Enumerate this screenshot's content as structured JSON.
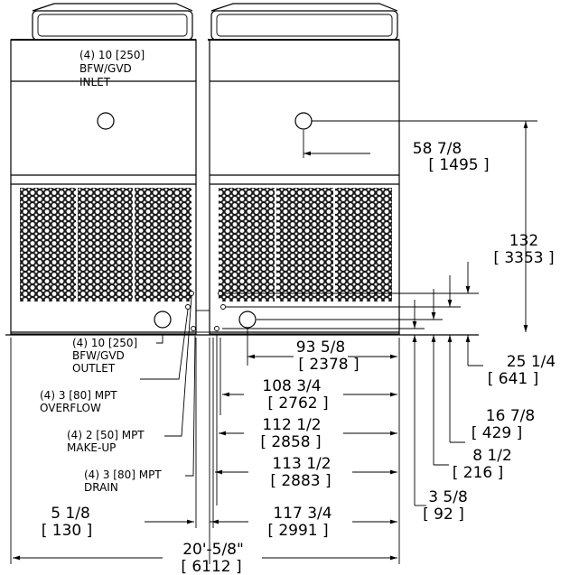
{
  "callouts": {
    "inlet": [
      "(4) 10 [250]",
      "BFW/GVD",
      "INLET"
    ],
    "outlet": [
      "(4) 10 [250]",
      "BFW/GVD",
      "OUTLET"
    ],
    "overflow": [
      "(4) 3 [80] MPT",
      "OVERFLOW"
    ],
    "makeup": [
      "(4) 2 [50] MPT",
      "MAKE-UP"
    ],
    "drain": [
      "(4) 3 [80] MPT",
      "DRAIN"
    ]
  },
  "dimensions": {
    "inlet_offset": {
      "imperial": "58 7/8",
      "metric": "[ 1495 ]"
    },
    "overall_height": {
      "imperial": "132",
      "metric": "[ 3353 ]"
    },
    "outlet_offset": {
      "imperial": "93 5/8",
      "metric": "[ 2378 ]"
    },
    "overflow_offset": {
      "imperial": "108 3/4",
      "metric": "[ 2762 ]"
    },
    "makeup_offset": {
      "imperial": "112 1/2",
      "metric": "[ 2858 ]"
    },
    "drain_offset": {
      "imperial": "113 1/2",
      "metric": "[ 2883 ]"
    },
    "unit_width": {
      "imperial": "117 3/4",
      "metric": "[ 2991 ]"
    },
    "gap": {
      "imperial": "5 1/8",
      "metric": "[ 130 ]"
    },
    "overall_length": {
      "imperial": "20'-5/8\"",
      "metric": "[ 6112 ]"
    },
    "elev_overflow": {
      "imperial": "25 1/4",
      "metric": "[ 641 ]"
    },
    "elev_makeup": {
      "imperial": "16 7/8",
      "metric": "[ 429 ]"
    },
    "elev_outlet": {
      "imperial": "8 1/2",
      "metric": "[ 216 ]"
    },
    "elev_drain": {
      "imperial": "3 5/8",
      "metric": "[ 92 ]"
    }
  }
}
